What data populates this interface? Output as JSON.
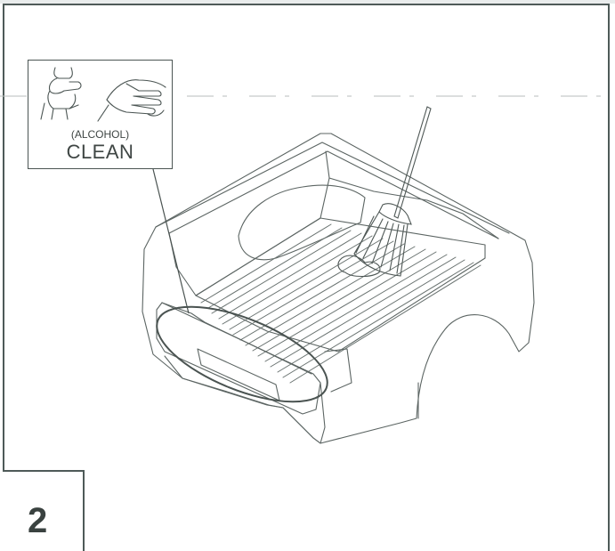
{
  "callout": {
    "subtitle": "(ALCOHOL)",
    "title": "CLEAN"
  },
  "step": {
    "number": "2"
  }
}
